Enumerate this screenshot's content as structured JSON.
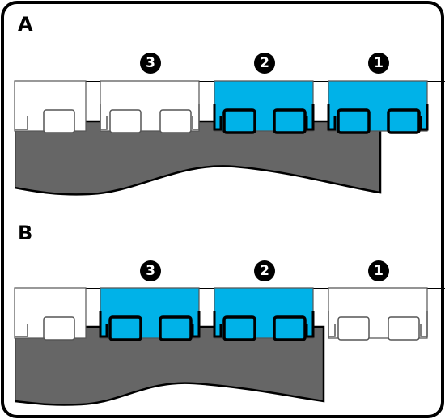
{
  "panels": [
    {
      "label": "A",
      "slots": [
        {
          "number": "3",
          "highlighted": false
        },
        {
          "number": "2",
          "highlighted": true
        },
        {
          "number": "1",
          "highlighted": true
        }
      ]
    },
    {
      "label": "B",
      "slots": [
        {
          "number": "3",
          "highlighted": true
        },
        {
          "number": "2",
          "highlighted": true
        },
        {
          "number": "1",
          "highlighted": false
        }
      ]
    }
  ],
  "colors": {
    "highlight": "#00b2e8",
    "base": "#666666",
    "outline": "#000000",
    "background": "#ffffff"
  }
}
